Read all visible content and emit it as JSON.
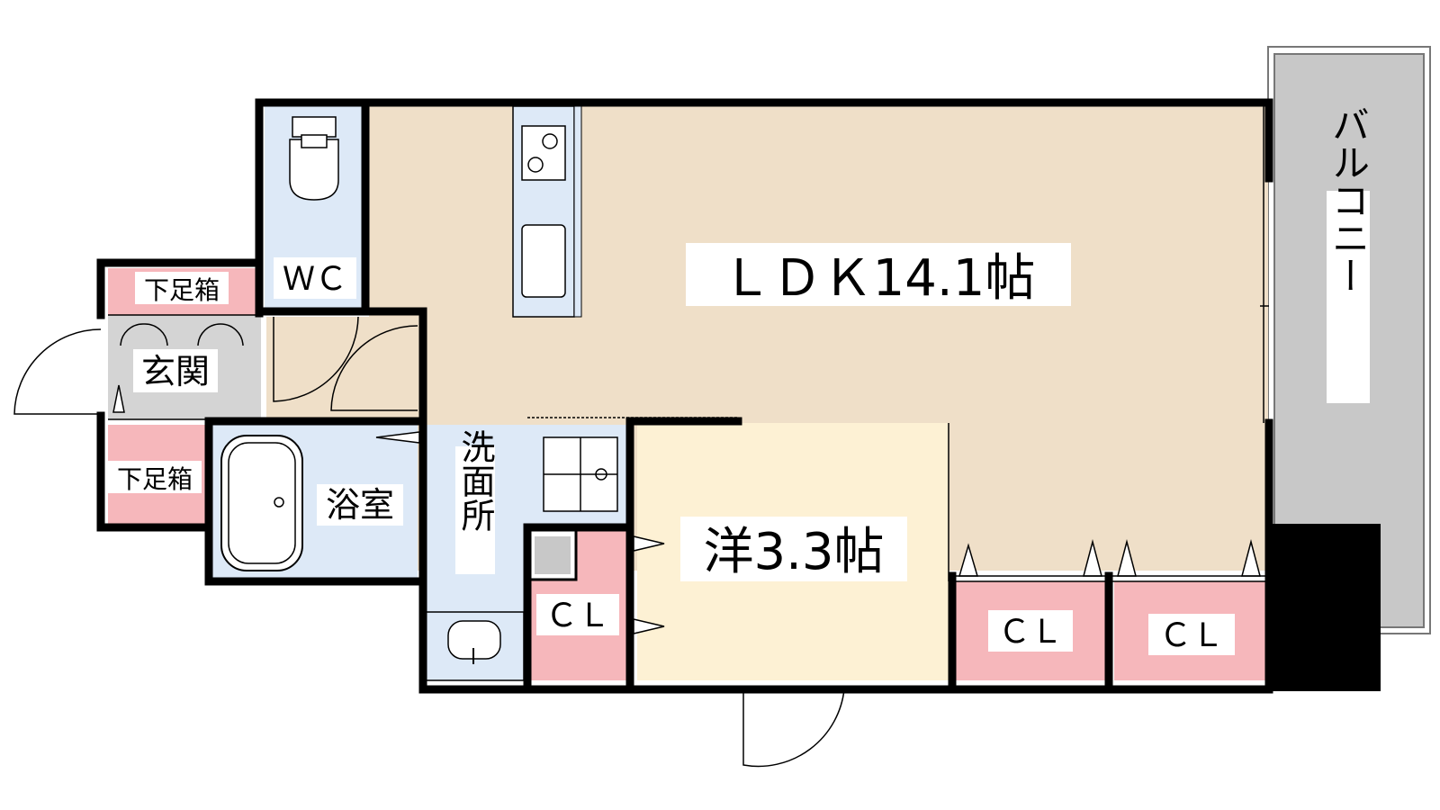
{
  "rooms": {
    "ldk": "ＬＤＫ14.1帖",
    "western": "洋3.3帖",
    "wc": "ＷＣ",
    "entrance": "玄関",
    "shoe_upper": "下足箱",
    "shoe_lower": "下足箱",
    "bath": "浴室",
    "washroom": "洗面所",
    "closet_small": "ＣＬ",
    "closet_mid": "ＣＬ",
    "closet_right": "ＣＬ",
    "balcony": "バルコニー"
  },
  "colors": {
    "ldk_floor": "#efdfc8",
    "western_floor": "#fdf1d4",
    "wet_area": "#dde9f7",
    "closet": "#f6b7bb",
    "balcony": "#c8c8c8",
    "entrance": "#d4d4d4",
    "wall": "#000000"
  }
}
